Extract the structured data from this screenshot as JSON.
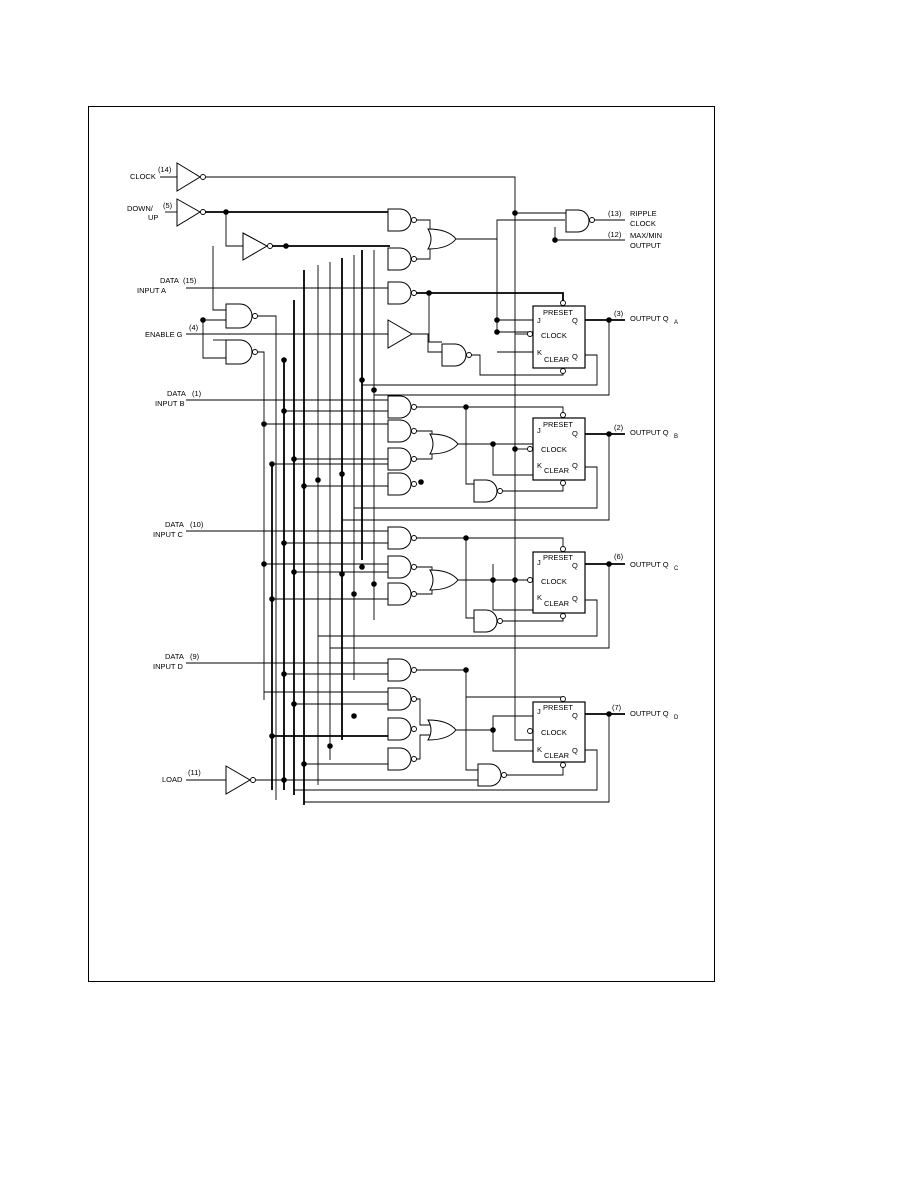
{
  "inputs": {
    "clock": {
      "label": "CLOCK",
      "pin": "(14)"
    },
    "down_up": {
      "label1": "DOWN/",
      "label2": "UP",
      "pin": "(5)"
    },
    "data_a": {
      "label1": "DATA",
      "label2": "INPUT A",
      "pin": "(15)"
    },
    "enable_g": {
      "label": "ENABLE G",
      "pin": "(4)"
    },
    "data_b": {
      "label1": "DATA",
      "label2": "INPUT B",
      "pin": "(1)"
    },
    "data_c": {
      "label1": "DATA",
      "label2": "INPUT C",
      "pin": "(10)"
    },
    "data_d": {
      "label1": "DATA",
      "label2": "INPUT D",
      "pin": "(9)"
    },
    "load": {
      "label": "LOAD",
      "pin": "(11)"
    }
  },
  "outputs": {
    "ripple_clock": {
      "label1": "RIPPLE",
      "label2": "CLOCK",
      "pin": "(13)"
    },
    "max_min": {
      "label1": "MAX/MIN",
      "label2": "OUTPUT",
      "pin": "(12)"
    },
    "qa": {
      "label": "OUTPUT Q",
      "sub": "A",
      "pin": "(3)"
    },
    "qb": {
      "label": "OUTPUT Q",
      "sub": "B",
      "pin": "(2)"
    },
    "qc": {
      "label": "OUTPUT Q",
      "sub": "C",
      "pin": "(6)"
    },
    "qd": {
      "label": "OUTPUT Q",
      "sub": "D",
      "pin": "(7)"
    }
  },
  "flipflop": {
    "preset": "PRESET",
    "clock": "CLOCK",
    "clear": "CLEAR",
    "j": "J",
    "k": "K",
    "q": "Q",
    "stages": [
      "A",
      "B",
      "C",
      "D"
    ]
  }
}
